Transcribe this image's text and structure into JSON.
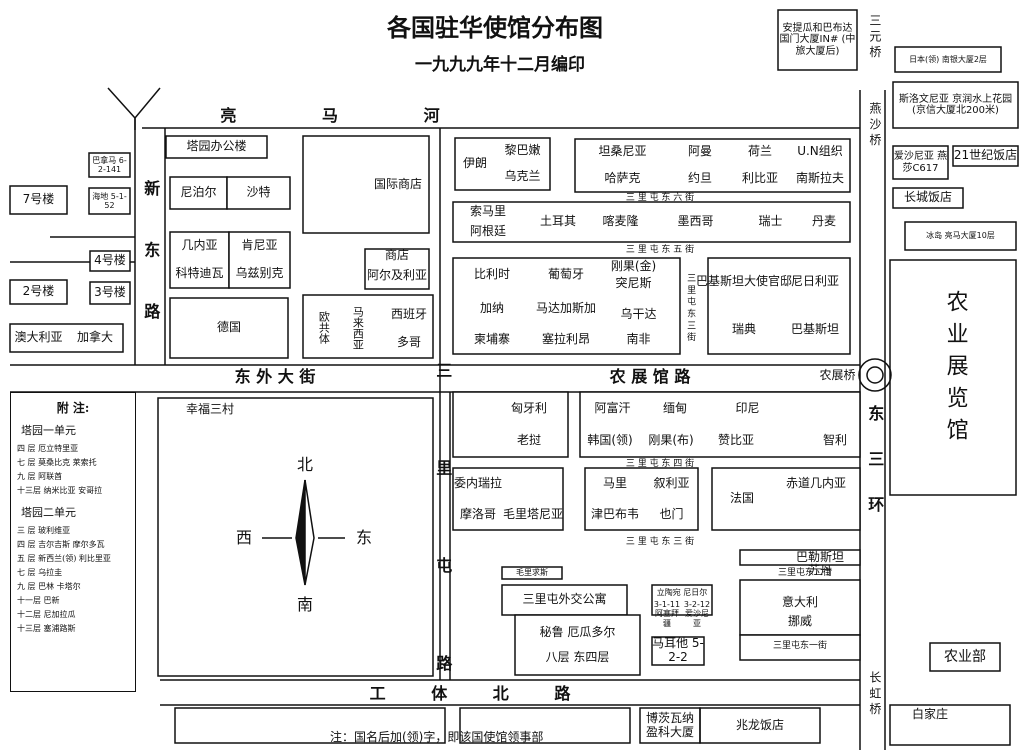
{
  "title": "各国驻华使馆分布图",
  "subtitle": "一九九九年十二月编印",
  "footer_note": "注：国名后加(领)字，即该国使馆领事部",
  "roads": {
    "liangmahe": "亮 马 河",
    "dongwai": "东 外 大 街",
    "nongzhanguan": "农 展 馆 路",
    "gongti": "工 体 北 路",
    "xindong": "新 东 路",
    "sanlitun": "三 里 屯 路",
    "donghuan": "东 三 环",
    "sanyuanqiao": "三 元 桥",
    "yanshaqiao": "燕 沙 桥",
    "nongzhanqiao": "农展桥",
    "changhongqiao": "长 虹 桥"
  },
  "streets": {
    "dongliu": "三 里 屯 东 六 街",
    "dongwu": "三 里 屯 东 五 街",
    "dongsan": "三 里 屯 东 三 街",
    "dongsi": "三 里 屯 东 四 街",
    "dongsanjie": "三 里 屯 东 三 街",
    "dongerjie": "三里屯东二街",
    "dongyijie": "三里屯东一街"
  },
  "compass": {
    "n": "北",
    "s": "南",
    "w": "西",
    "e": "东"
  },
  "landmarks": {
    "xingfu": "幸福三村",
    "nongye": "农业展览馆",
    "nongyebu": "农业部",
    "baijiazhuang": "白家庄",
    "changcheng": "长城饭店",
    "century": "21世纪饭店",
    "zhaolong": "兆龙饭店",
    "intl_store": "国际商店",
    "shop": "商店",
    "tayuan_office": "塔园办公楼",
    "sanlitun_office": "三里屯外交公寓",
    "louNo7": "7号楼",
    "louNo4": "4号楼",
    "louNo2": "2号楼",
    "louNo3": "3号楼"
  },
  "embassies": [
    "巴拿马 6-2-141",
    "海地 5-1-52",
    "尼泊尔",
    "沙特",
    "几内亚",
    "肯尼亚",
    "科特迪瓦",
    "乌兹别克",
    "德国",
    "澳大利亚",
    "加拿大",
    "欧共体",
    "马来西亚",
    "西班牙",
    "多哥",
    "阿尔及利亚",
    "伊朗",
    "黎巴嫩",
    "乌克兰",
    "坦桑尼亚",
    "阿曼",
    "荷兰",
    "U.N组织",
    "哈萨克",
    "约旦",
    "利比亚",
    "南斯拉夫",
    "索马里",
    "阿根廷",
    "土耳其",
    "喀麦隆",
    "墨西哥",
    "瑞士",
    "丹麦",
    "比利时",
    "葡萄牙",
    "刚果(金)",
    "突尼斯",
    "巴基斯坦大使官邸",
    "尼日利亚",
    "加纳",
    "马达加斯加",
    "乌干达",
    "柬埔寨",
    "塞拉利昂",
    "南非",
    "瑞典",
    "巴基斯坦",
    "匈牙利",
    "老挝",
    "阿富汗",
    "缅甸",
    "印尼",
    "韩国(领)",
    "刚果(布)",
    "赞比亚",
    "智利",
    "委内瑞拉",
    "摩洛哥",
    "毛里塔尼亚",
    "马里",
    "叙利亚",
    "津巴布韦",
    "也门",
    "法国",
    "赤道几内亚",
    "毛里求斯",
    "立陶宛 尼日尔",
    "3-1-11 阿塞拜疆",
    "3-2-12 爱沙尼亚",
    "秘鲁 厄瓜多尔",
    "八层 东四层",
    "马耳他 5-2-2",
    "巴勒斯坦",
    "苏丹",
    "意大利",
    "挪威",
    "博茨瓦纳 盈科大厦",
    "安提瓜和巴布达 国门大厦IN# (中旅大厦后)",
    "日本(领) 南银大厦2层",
    "斯洛文尼亚 京润水上花园 (京信大厦北200米)",
    "爱沙尼亚 燕莎C617",
    "冰岛 亮马大厦10层"
  ],
  "notes": {
    "heading": "附  注:",
    "g1": "塔园一单元",
    "g1_rows": [
      "四  层  厄立特里亚",
      "七  层  莫桑比克  莱索托",
      "九  层  阿联酋",
      "十三层  纳米比亚  安哥拉"
    ],
    "g2": "塔园二单元",
    "g2_rows": [
      "三  层  玻利维亚",
      "四  层  吉尔吉斯  摩尔多瓦",
      "五  层  新西兰(领)  利比里亚",
      "七  层  乌拉圭",
      "九  层  巴林  卡塔尔",
      "十一层  巴新",
      "十二层  尼加拉瓜",
      "十三层  塞浦路斯"
    ]
  }
}
